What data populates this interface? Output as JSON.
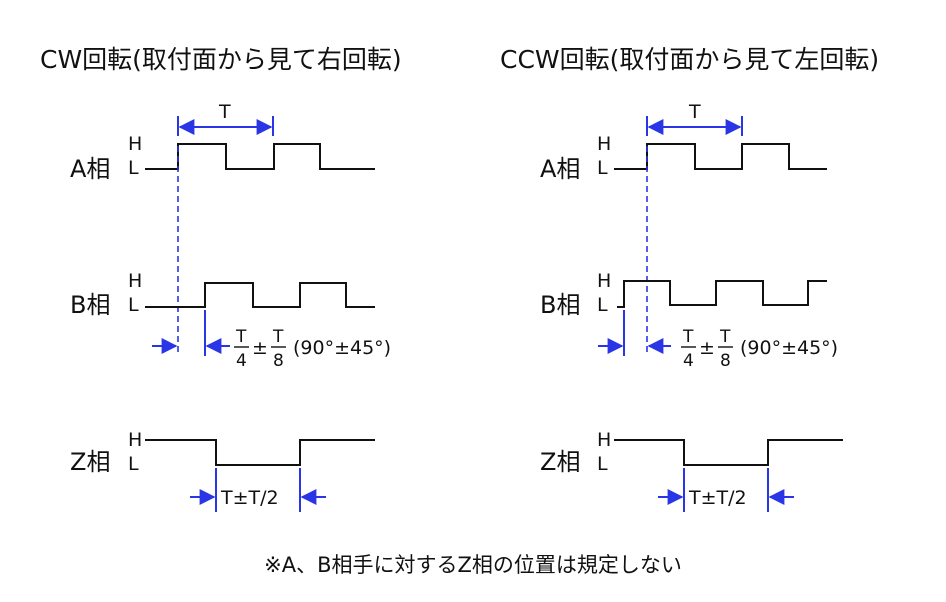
{
  "diagram": {
    "panels": [
      {
        "title": "CW回転(取付面から見て右回転)",
        "phase_a": "A相",
        "phase_b": "B相",
        "phase_z": "Z相",
        "high": "H",
        "low": "L",
        "period": "T",
        "frac_t": "T",
        "frac_4": "4",
        "frac_8": "8",
        "pm": "±",
        "phase_diff_deg": "(90°±45°)",
        "z_width": "T±T/2"
      },
      {
        "title": "CCW回転(取付面から見て左回転)",
        "phase_a": "A相",
        "phase_b": "B相",
        "phase_z": "Z相",
        "high": "H",
        "low": "L",
        "period": "T",
        "frac_t": "T",
        "frac_4": "4",
        "frac_8": "8",
        "pm": "±",
        "phase_diff_deg": "(90°±45°)",
        "z_width": "T±T/2"
      }
    ],
    "footnote": "※A、B相手に対するZ相の位置は規定しない"
  }
}
